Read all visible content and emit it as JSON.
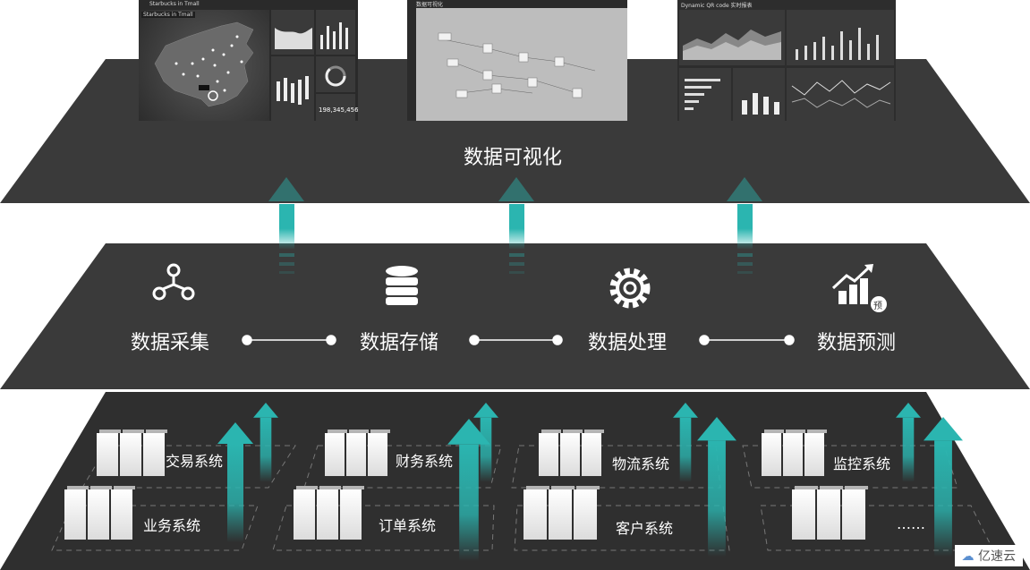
{
  "top_layer": {
    "title": "数据可视化",
    "screen_left": {
      "title": "Starbucks in Tmall",
      "subtitle": "Starbucks in Tmall",
      "counter": "198,345,456"
    },
    "screen_middle": {
      "app_title": "数据可视化"
    },
    "screen_right": {
      "title": "Dynamic QR code 实时报表"
    }
  },
  "middle_layer": {
    "steps": [
      {
        "label": "数据采集",
        "icon": "network-nodes-icon"
      },
      {
        "label": "数据存储",
        "icon": "database-icon"
      },
      {
        "label": "数据处理",
        "icon": "gear-icon"
      },
      {
        "label": "数据预测",
        "icon": "chart-trend-icon",
        "badge": "预"
      }
    ]
  },
  "bottom_layer": {
    "systems": [
      {
        "label": "交易系统"
      },
      {
        "label": "财务系统"
      },
      {
        "label": "物流系统"
      },
      {
        "label": "监控系统"
      },
      {
        "label": "业务系统"
      },
      {
        "label": "订单系统"
      },
      {
        "label": "客户系统"
      },
      {
        "label": "……"
      }
    ]
  },
  "watermark": {
    "text": "亿速云"
  },
  "colors": {
    "accent": "#2bb5b0",
    "layer": "#3a3a3a",
    "layer_dark": "#2f2f2f"
  }
}
